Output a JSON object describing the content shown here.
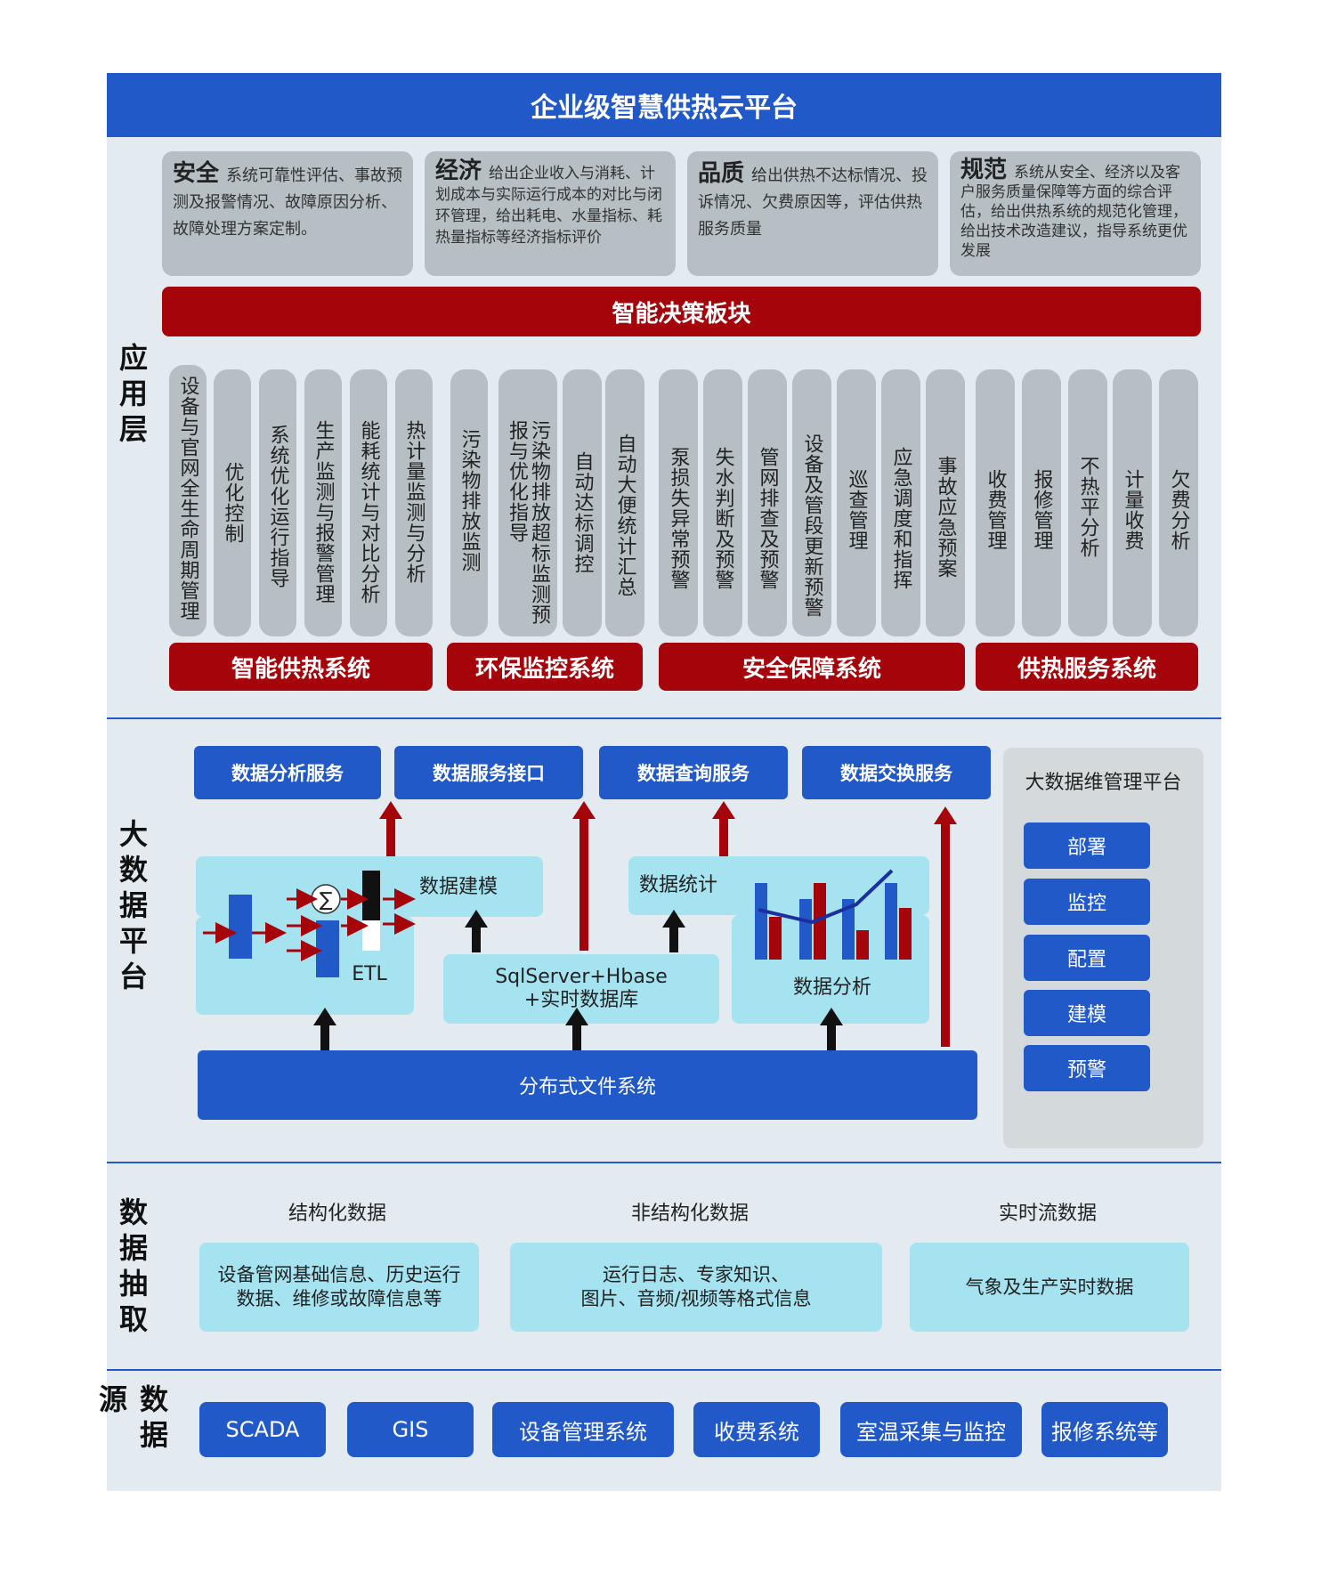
{
  "title": "企业级智慧供热云平台",
  "layers": {
    "app": "应用层",
    "bigdata": "大数据平台",
    "extract": "数据抽取",
    "source": "数据源"
  },
  "decision_cards": [
    {
      "head": "安全",
      "text": "系统可靠性评估、事故预测及报警情况、故障原因分析、故障处理方案定制。"
    },
    {
      "head": "经济",
      "text": "给出企业收入与消耗、计划成本与实际运行成本的对比与闭环管理，给出耗电、水量指标、耗热量指标等经济指标评价"
    },
    {
      "head": "品质",
      "text": "给出供热不达标情况、投诉情况、欠费原因等，评估供热服务质量"
    },
    {
      "head": "规范",
      "text": "系统从安全、经济以及客户服务质量保障等方面的综合评估，给出供热系统的规范化管理，给出技术改造建议，指导系统更优发展"
    }
  ],
  "decision_bar": "智能决策板块",
  "modules": [
    "设备与官网全生命周期管理",
    "优化控制",
    "系统优化运行指导",
    "生产监测与报警管理",
    "能耗统计与对比分析",
    "热计量监测与分析",
    "污染物排放监测",
    "污染物排放超标监测预报与优化指导",
    "自动达标调控",
    "自动大便统计汇总",
    "泵损失异常预警",
    "失水判断及预警",
    "管网排查及预警",
    "设备及管段更新预警",
    "巡查管理",
    "应急调度和指挥",
    "事故应急预案",
    "收费管理",
    "报修管理",
    "不热平分析",
    "计量收费",
    "欠费分析"
  ],
  "systems": [
    "智能供热系统",
    "环保监控系统",
    "安全保障系统",
    "供热服务系统"
  ],
  "services": [
    "数据分析服务",
    "数据服务接口",
    "数据查询服务",
    "数据交换服务"
  ],
  "platform": {
    "modeling": "数据建模",
    "stats": "数据统计",
    "etl": "ETL",
    "sigma": "∑",
    "db": "SqlServer+Hbase\n+实时数据库",
    "analysis": "数据分析",
    "dfs": "分布式文件系统"
  },
  "mgmt": {
    "title": "大数据维管理平台",
    "items": [
      "部署",
      "监控",
      "配置",
      "建模",
      "预警"
    ]
  },
  "extract_cols": [
    {
      "title": "结构化数据",
      "body": "设备管网基础信息、历史运行数据、维修或故障信息等"
    },
    {
      "title": "非结构化数据",
      "body": "运行日志、专家知识、\n图片、音频/视频等格式信息"
    },
    {
      "title": "实时流数据",
      "body": "气象及生产实时数据"
    }
  ],
  "sources": [
    "SCADA",
    "GIS",
    "设备管理系统",
    "收费系统",
    "室温采集与监控",
    "报修系统等"
  ],
  "colors": {
    "blue": "#2159c8",
    "red": "#a5040a",
    "gray": "#b6bfc3",
    "cyan": "#a6e3f0",
    "panel": "#e3ebf0"
  }
}
